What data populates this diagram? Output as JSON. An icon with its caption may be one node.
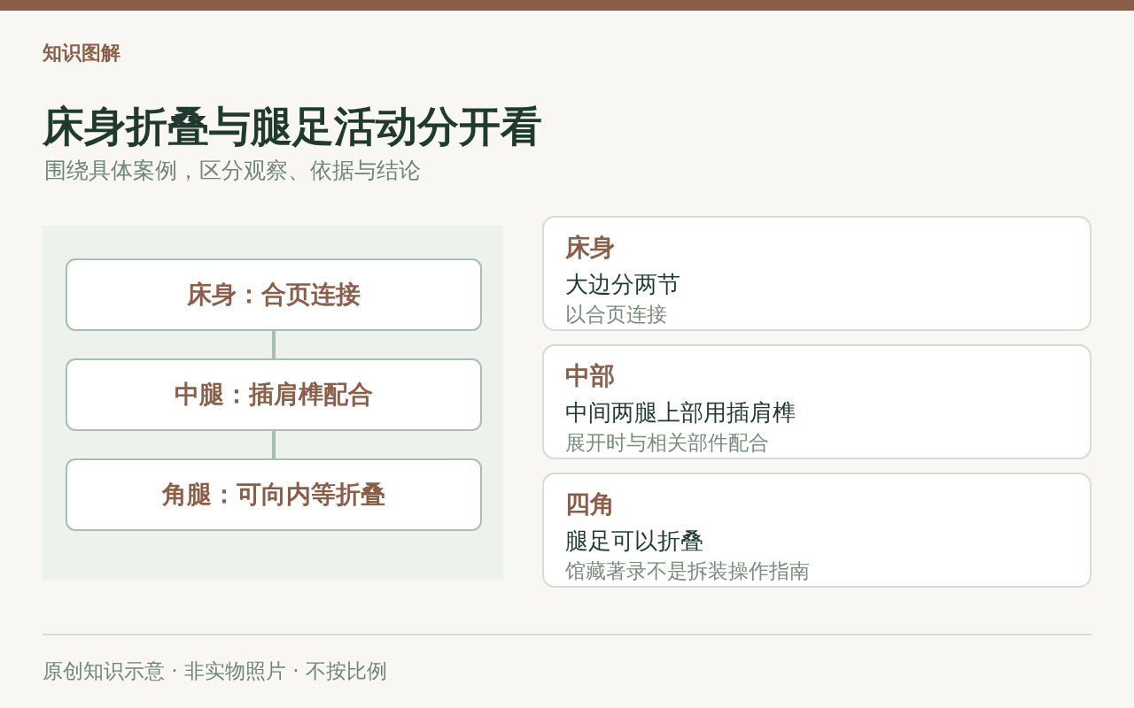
{
  "diagram": {
    "title": "床身折叠与腿足活动分开看",
    "nodes": [
      {
        "text": [],
        "shape": "box"
      },
      {
        "text": [
          "床身：合页连接"
        ],
        "in": 0
      },
      {
        "text": [
          "中腿：插肩榫配合"
        ],
        "in": 0
      },
      {
        "text": [
          "角腿：可向内等折叠"
        ],
        "in": 0
      },
      {
        "text": [
          "床身",
          "大边分两节",
          "以合页连接"
        ]
      },
      {
        "text": [
          "中部",
          "中间两腿上部用插肩榫",
          "展开时与相关部件配合"
        ]
      },
      {
        "text": [
          "四角",
          "腿足可以折叠",
          "馆藏著录不是拆装操作指南"
        ]
      }
    ],
    "edges": [
      {
        "from": 1,
        "to": 2,
        "arrow": "none"
      },
      {
        "from": 2,
        "to": 3,
        "arrow": "none"
      }
    ],
    "labels": [
      "知识图解",
      "围绕具体案例，区分观察、依据与结论",
      "原创知识示意 · 非实物照片 · 不按比例"
    ]
  }
}
